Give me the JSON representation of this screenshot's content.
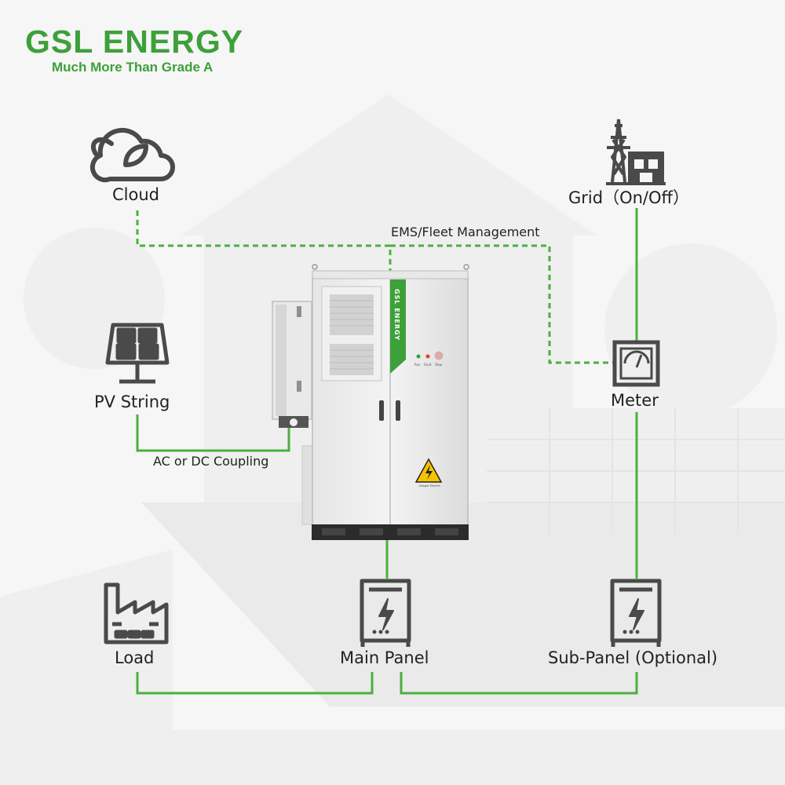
{
  "brand": {
    "name": "GSL ENERGY",
    "tagline": "Much More Than Grade A",
    "color": "#3da03a"
  },
  "nodes": {
    "cloud": "Cloud",
    "grid": "Grid（On/Off）",
    "pv_string": "PV String",
    "meter": "Meter",
    "load": "Load",
    "main_panel": "Main Panel",
    "sub_panel": "Sub-Panel (Optional)"
  },
  "links": {
    "ems": "EMS/Fleet Management",
    "coupling": "AC or DC Coupling"
  },
  "cabinet": {
    "side_brand": "GSL ENERGY",
    "indicators": [
      "Run",
      "Fault",
      "Stop"
    ],
    "warning": "Danger Electric"
  },
  "colors": {
    "line": "#4caf3f",
    "icon": "#4a4a4a",
    "text": "#222222"
  },
  "icons": [
    "cloud-leaf-icon",
    "transmission-tower-icon",
    "solar-panel-icon",
    "meter-gauge-icon",
    "factory-icon",
    "electrical-panel-icon"
  ]
}
